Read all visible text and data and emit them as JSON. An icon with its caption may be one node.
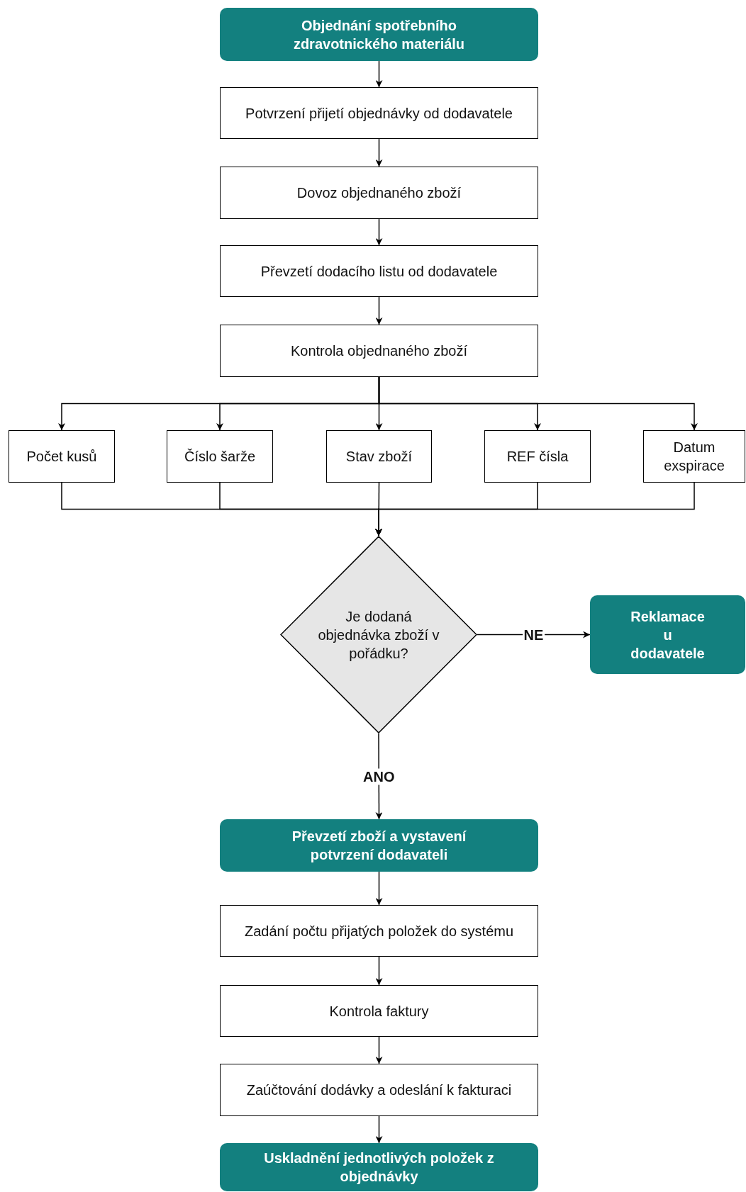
{
  "diagram": {
    "nodes": [
      {
        "text": [
          "Objednání spotřebního zdravotnického materiálu"
        ]
      },
      {
        "text": [
          "Potvrzení přijetí objednávky od dodavatele"
        ]
      },
      {
        "text": [
          "Dovoz objednaného zboží"
        ]
      },
      {
        "text": [
          "Převzetí dodacího listu od dodavatele"
        ]
      },
      {
        "text": [
          "Kontrola objednaného zboží"
        ]
      },
      {
        "text": [
          "Počet kusů"
        ]
      },
      {
        "text": [
          "Číslo šarže"
        ]
      },
      {
        "text": [
          "Stav zboží"
        ]
      },
      {
        "text": [
          "REF čísla"
        ]
      },
      {
        "text": [
          "Datum exspirace"
        ]
      },
      {
        "text": [
          "Je dodaná objednávka zboží v pořádku?"
        ]
      },
      {
        "text": [
          "Reklamace u dodavatele"
        ]
      },
      {
        "text": [
          "Převzetí zboží a vystavení potvrzení dodavateli"
        ]
      },
      {
        "text": [
          "Zadání počtu přijatých položek do systému"
        ]
      },
      {
        "text": [
          "Kontrola faktury"
        ]
      },
      {
        "text": [
          "Zaúčtování dodávky a odeslání k fakturaci"
        ]
      },
      {
        "text": [
          "Uskladnění jednotlivých položek z objednávky"
        ]
      }
    ],
    "edges": [
      {
        "from": 0,
        "to": 1,
        "arrow": "to"
      },
      {
        "from": 1,
        "to": 2,
        "arrow": "to"
      },
      {
        "from": 2,
        "to": 3,
        "arrow": "to"
      },
      {
        "from": 3,
        "to": 4,
        "arrow": "to"
      },
      {
        "from": 4,
        "to": 5,
        "arrow": "to"
      },
      {
        "from": 4,
        "to": 6,
        "arrow": "to"
      },
      {
        "from": 4,
        "to": 7,
        "arrow": "to"
      },
      {
        "from": 4,
        "to": 8,
        "arrow": "to"
      },
      {
        "from": 4,
        "to": 9,
        "arrow": "to"
      },
      {
        "from": 5,
        "to": 10,
        "arrow": "to"
      },
      {
        "from": 6,
        "to": 10,
        "arrow": "to"
      },
      {
        "from": 7,
        "to": 10,
        "arrow": "to"
      },
      {
        "from": 8,
        "to": 10,
        "arrow": "to"
      },
      {
        "from": 9,
        "to": 10,
        "arrow": "to"
      },
      {
        "from": 10,
        "to": 11,
        "arrow": "to",
        "label": "NE"
      },
      {
        "from": 10,
        "to": 12,
        "arrow": "to",
        "label": "ANO"
      },
      {
        "from": 12,
        "to": 13,
        "arrow": "to"
      },
      {
        "from": 13,
        "to": 14,
        "arrow": "to"
      },
      {
        "from": 14,
        "to": 15,
        "arrow": "to"
      },
      {
        "from": 15,
        "to": 16,
        "arrow": "to"
      }
    ]
  }
}
